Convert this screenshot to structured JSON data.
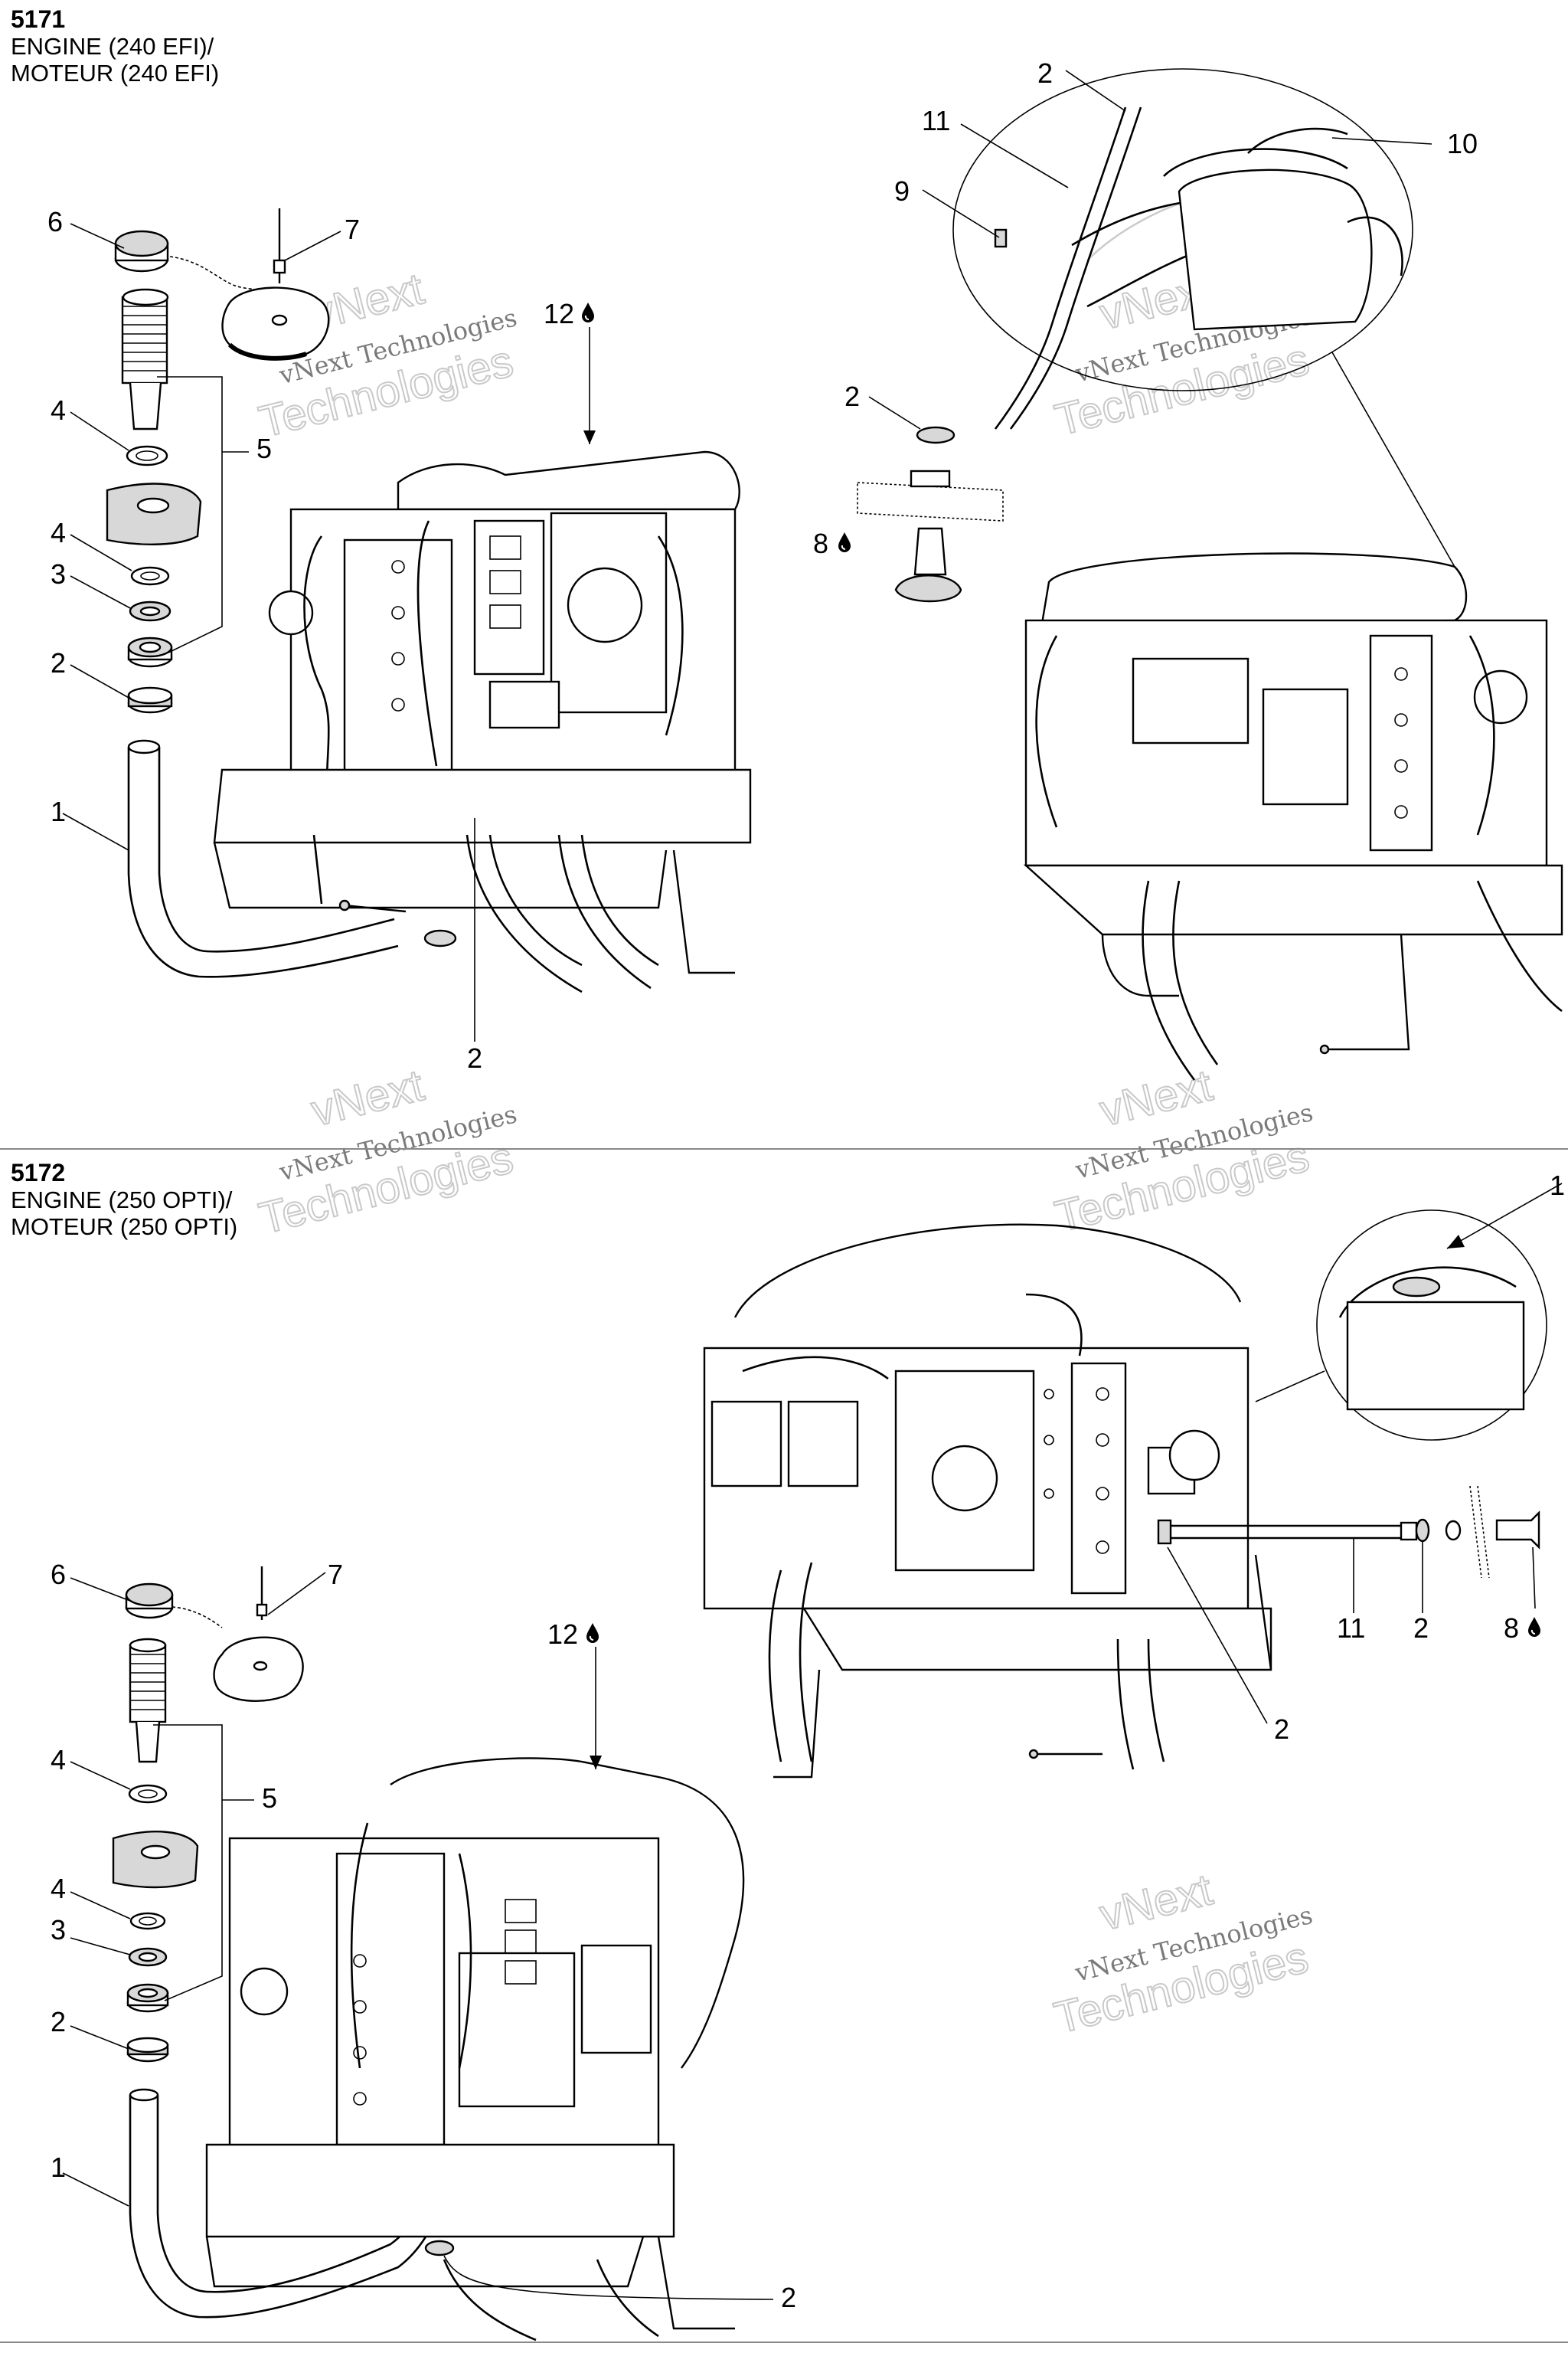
{
  "sections": [
    {
      "number": "5171",
      "title_en": "ENGINE (240 EFI)/",
      "title_fr": "MOTEUR (240 EFI)"
    },
    {
      "number": "5172",
      "title_en": "ENGINE (250 OPTI)/",
      "title_fr": "MOTEUR (250 OPTI)"
    }
  ],
  "callouts_top": {
    "c6": "6",
    "c7": "7",
    "c4a": "4",
    "c5": "5",
    "c4b": "4",
    "c3": "3",
    "c2a": "2",
    "c1": "1",
    "c2b": "2",
    "c12": "12",
    "c2c": "2",
    "c11": "11",
    "c10": "10",
    "c9": "9",
    "c2d": "2",
    "c8": "8"
  },
  "callouts_bottom": {
    "c1_detail": "1",
    "c6": "6",
    "c7": "7",
    "c12": "12",
    "c11": "11",
    "c2a": "2",
    "c8": "8",
    "c2b": "2",
    "c4a": "4",
    "c5": "5",
    "c4b": "4",
    "c3": "3",
    "c2c": "2",
    "c1": "1",
    "c2d": "2"
  },
  "watermark": {
    "brand": "vNext",
    "line": "vNext Technologies",
    "word": "Technologies"
  },
  "drop_icon": "oil-drop-icon"
}
